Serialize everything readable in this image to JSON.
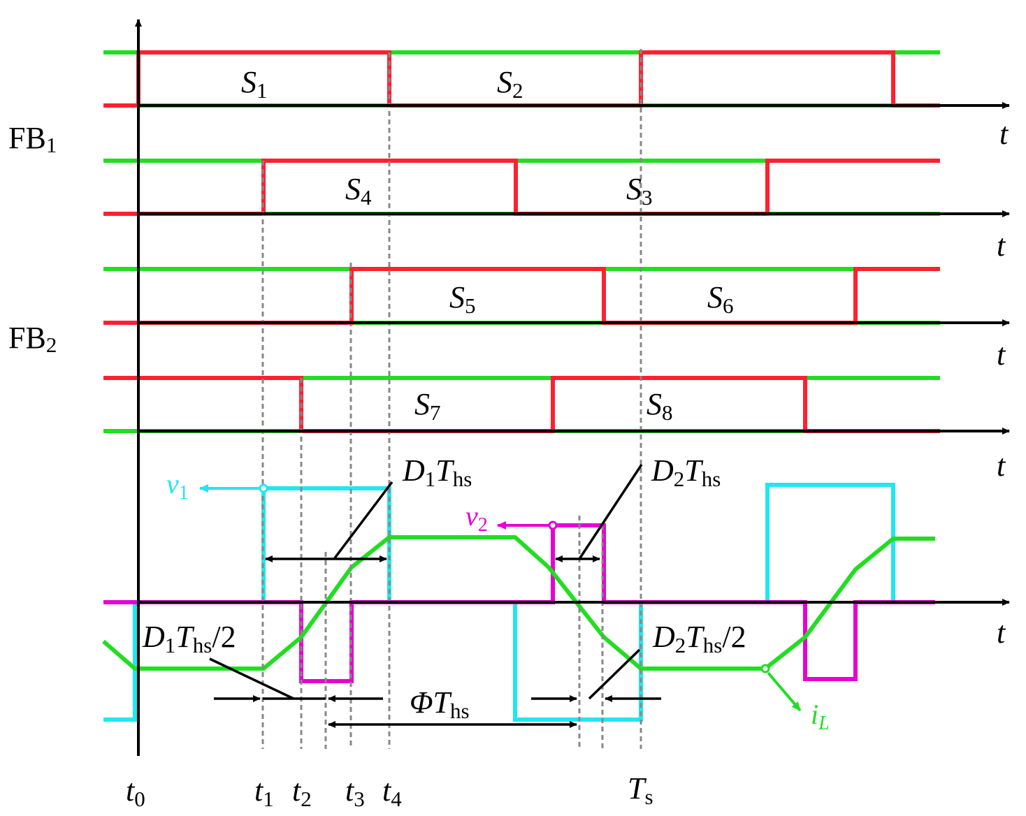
{
  "colors": {
    "red": "#ff2030",
    "green": "#22dd22",
    "cyan": "#22e6f0",
    "magenta": "#e600d2",
    "axis": "#000000",
    "dashed": "#888888"
  },
  "group_labels": {
    "fb1": {
      "main": "FB",
      "sub": "1"
    },
    "fb2": {
      "main": "FB",
      "sub": "2"
    }
  },
  "axis_unit": "t",
  "switch_labels": {
    "s1": {
      "main": "S",
      "sub": "1"
    },
    "s2": {
      "main": "S",
      "sub": "2"
    },
    "s3": {
      "main": "S",
      "sub": "3"
    },
    "s4": {
      "main": "S",
      "sub": "4"
    },
    "s5": {
      "main": "S",
      "sub": "5"
    },
    "s6": {
      "main": "S",
      "sub": "6"
    },
    "s7": {
      "main": "S",
      "sub": "7"
    },
    "s8": {
      "main": "S",
      "sub": "8"
    }
  },
  "time_marks": {
    "t0": {
      "main": "t",
      "sub": "0"
    },
    "t1": {
      "main": "t",
      "sub": "1"
    },
    "t2": {
      "main": "t",
      "sub": "2"
    },
    "t3": {
      "main": "t",
      "sub": "3"
    },
    "t4": {
      "main": "t",
      "sub": "4"
    },
    "ts": {
      "main": "T",
      "sub": "s"
    }
  },
  "annotations": {
    "d1ths": {
      "a": "D",
      "a_sub": "1",
      "b": "T",
      "b_sub": "hs",
      "tail": ""
    },
    "d2ths": {
      "a": "D",
      "a_sub": "2",
      "b": "T",
      "b_sub": "hs",
      "tail": ""
    },
    "d1ths_half": {
      "a": "D",
      "a_sub": "1",
      "b": "T",
      "b_sub": "hs",
      "tail": "/2"
    },
    "d2ths_half": {
      "a": "D",
      "a_sub": "2",
      "b": "T",
      "b_sub": "hs",
      "tail": "/2"
    },
    "phi_ths": {
      "a": "ΦT",
      "a_sub": "hs"
    }
  },
  "waveform_labels": {
    "v1": {
      "main": "v",
      "sub": "1"
    },
    "v2": {
      "main": "v",
      "sub": "2"
    },
    "il": {
      "main": "i",
      "sub": "L"
    }
  }
}
